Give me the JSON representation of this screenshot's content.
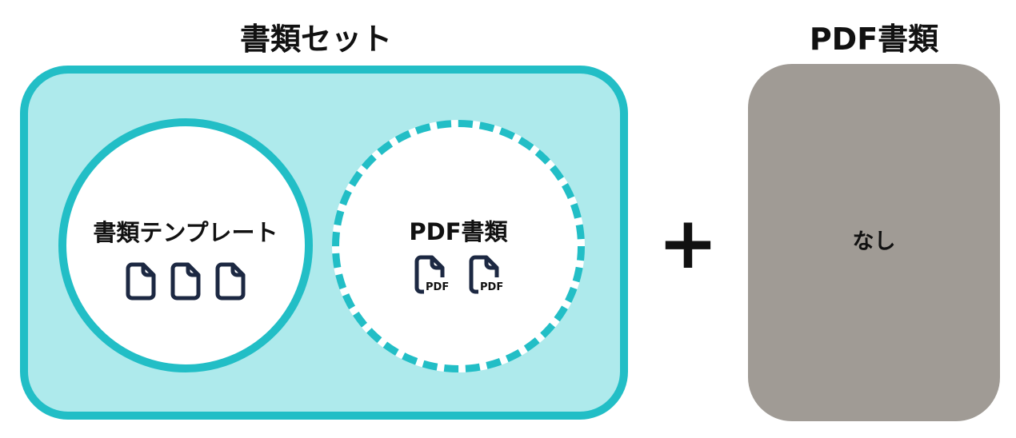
{
  "set": {
    "title": "書類セット",
    "template_label": "書類テンプレート",
    "pdf_label": "PDF書類",
    "template_icons": [
      "file-icon",
      "file-icon",
      "file-icon"
    ],
    "pdf_icons": [
      "pdf-file-icon",
      "pdf-file-icon"
    ],
    "pdf_icon_text": "PDF"
  },
  "operator": "+",
  "extra": {
    "title": "PDF書類",
    "value": "なし"
  },
  "colors": {
    "teal": "#22bec6",
    "light_teal": "#aeeaec",
    "gray": "#a09b95",
    "icon": "#1c2842"
  }
}
